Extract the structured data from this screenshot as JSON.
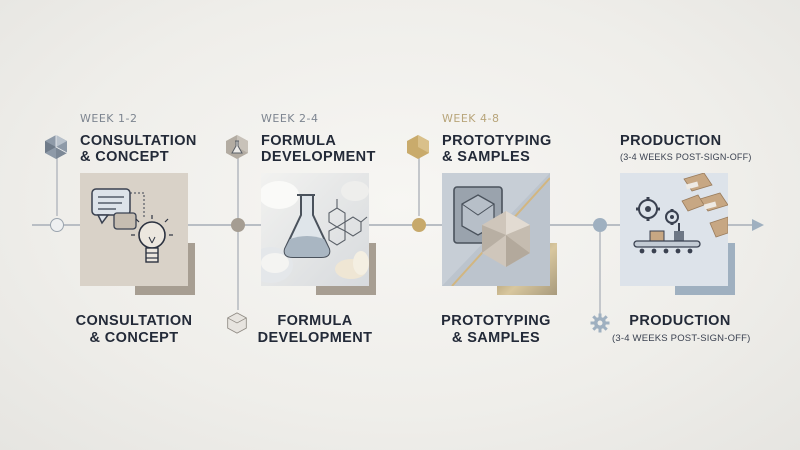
{
  "steps": [
    {
      "week": "WEEK 1-2",
      "title_line1": "CONSULTATION",
      "title_line2": "& CONCEPT",
      "bottom_line1": "CONSULTATION",
      "bottom_line2": "& CONCEPT",
      "icon": "geodesic-hexagon-icon",
      "image": "speech-bubbles-lightbulb"
    },
    {
      "week": "WEEK 2-4",
      "title_line1": "FORMULA",
      "title_line2": "DEVELOPMENT",
      "bottom_line1": "FORMULA",
      "bottom_line2": "DEVELOPMENT",
      "icon": "flask-hexagon-icon",
      "image": "lab-flask-molecules"
    },
    {
      "week": "WEEK 4-8",
      "title_line1": "PROTOTYPING",
      "title_line2": "& SAMPLES",
      "bottom_line1": "PROTOTYPING",
      "bottom_line2": "& SAMPLES",
      "icon": "gold-hexagon-icon",
      "image": "mold-and-faceted-bar"
    },
    {
      "week": "",
      "title_line1": "PRODUCTION",
      "title_line2": "(3-4 WEEKS POST-SIGN-OFF)",
      "bottom_line1": "PRODUCTION",
      "bottom_line2": "(3-4 WEEKS POST-SIGN-OFF)",
      "icon": "gear-icon",
      "image": "gears-conveyor-boxes"
    }
  ],
  "colors": {
    "text": "#232a38",
    "week": "#7d8590",
    "week_gold": "#b8a57a",
    "line": "#b9bec4",
    "accent_blue": "#9fb0c0",
    "accent_gold": "#c7a96b",
    "taupe": "#a79e92",
    "node_step2": "#a59d92"
  }
}
